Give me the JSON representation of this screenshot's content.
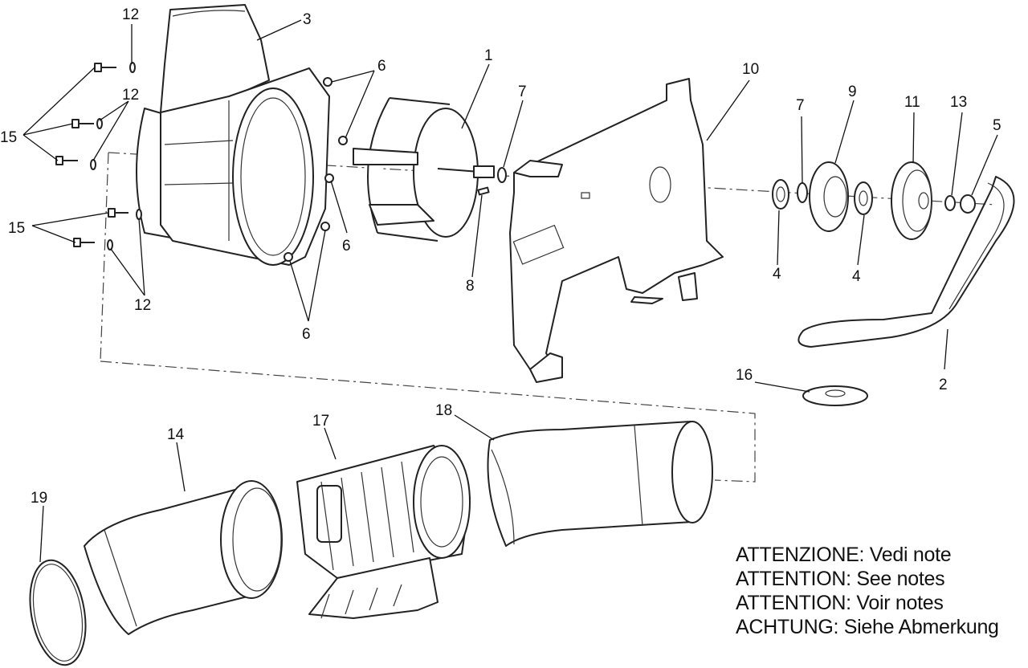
{
  "callouts": {
    "c1": "1",
    "c2": "2",
    "c3": "3",
    "c4a": "4",
    "c4b": "4",
    "c5": "5",
    "c6a": "6",
    "c6b": "6",
    "c6c": "6",
    "c7a": "7",
    "c7b": "7",
    "c8": "8",
    "c9": "9",
    "c10": "10",
    "c11": "11",
    "c12a": "12",
    "c12b": "12",
    "c12c": "12",
    "c13": "13",
    "c14": "14",
    "c15a": "15",
    "c15b": "15",
    "c16": "16",
    "c17": "17",
    "c18": "18",
    "c19": "19"
  },
  "notes": [
    "ATTENZIONE: Vedi note",
    "ATTENTION: See notes",
    "ATTENTION: Voir notes",
    "ACHTUNG: Siehe Abmerkung"
  ]
}
